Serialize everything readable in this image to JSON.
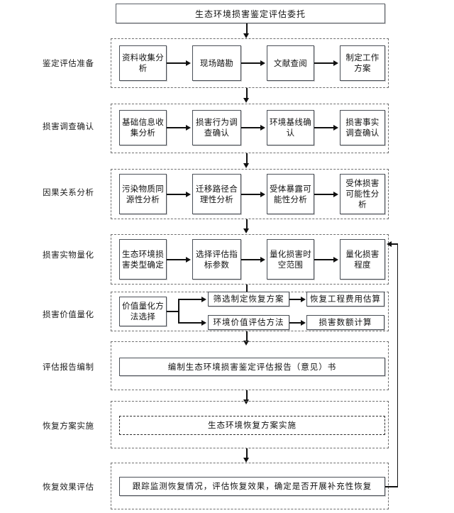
{
  "title": {
    "text": "生态环境损害鉴定评估委托"
  },
  "stages": [
    {
      "label": "鉴定评估准备",
      "nodes": [
        "资料收集分析",
        "现场踏勘",
        "文献查阅",
        "制定工作方案"
      ]
    },
    {
      "label": "损害调查确认",
      "nodes": [
        "基础信息收集分析",
        "损害行为调查确认",
        "环境基线确认",
        "损害事实调查确认"
      ]
    },
    {
      "label": "因果关系分析",
      "nodes": [
        "污染物质同源性分析",
        "迁移路径合理性分析",
        "受体暴露可能性分析",
        "受体损害可能性分析"
      ]
    },
    {
      "label": "损害实物量化",
      "nodes": [
        "生态环境损害类型确定",
        "选择评估指标参数",
        "量化损害时空范围",
        "量化损害程度"
      ]
    },
    {
      "label": "损害价值量化",
      "nodes": [
        "价值量化方法选择",
        "筛选制定恢复方案",
        "恢复工程费用估算",
        "环境价值评估方法",
        "损害数额计算"
      ]
    },
    {
      "label": "评估报告编制",
      "nodes": [
        "编制生态环境损害鉴定评估报告（意见）书"
      ]
    },
    {
      "label": "恢复方案实施",
      "nodes": [
        "生态环境恢复方案实施"
      ]
    },
    {
      "label": "恢复效果评估",
      "nodes": [
        "跟踪监测恢复情况，评估恢复效果，确定是否开展补充性恢复"
      ]
    }
  ],
  "colors": {
    "node_border": "#4a4f57",
    "group_border": "#6f6f6f",
    "connector": "#111111",
    "background": "#ffffff",
    "text": "#111111"
  }
}
